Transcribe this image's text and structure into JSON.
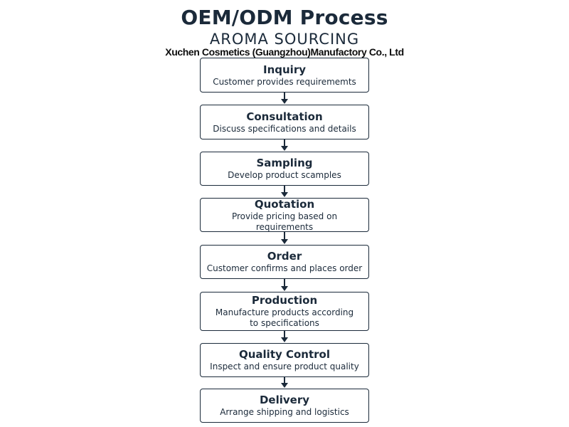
{
  "header": {
    "title": "OEM/ODM Process",
    "subtitle": "AROMA SOURCING",
    "company": "Xuchen Cosmetics (Guangzhou)Manufactory Co., Ltd"
  },
  "steps": [
    {
      "title": "Inquiry",
      "desc": "Customer provides requirememts"
    },
    {
      "title": "Consultation",
      "desc": "Discuss specifications and details"
    },
    {
      "title": "Sampling",
      "desc": "Develop product scamples"
    },
    {
      "title": "Quotation",
      "desc": "Provide pricing based on requirements"
    },
    {
      "title": "Order",
      "desc": "Customer confirms and places order"
    },
    {
      "title": "Production",
      "desc": "Manufacture products according to specifications"
    },
    {
      "title": "Quality Control",
      "desc": "Inspect and ensure product quality"
    },
    {
      "title": "Delivery",
      "desc": "Arrange shipping and logistics"
    }
  ],
  "colors": {
    "ink": "#1b2a3a",
    "background": "#ffffff"
  }
}
